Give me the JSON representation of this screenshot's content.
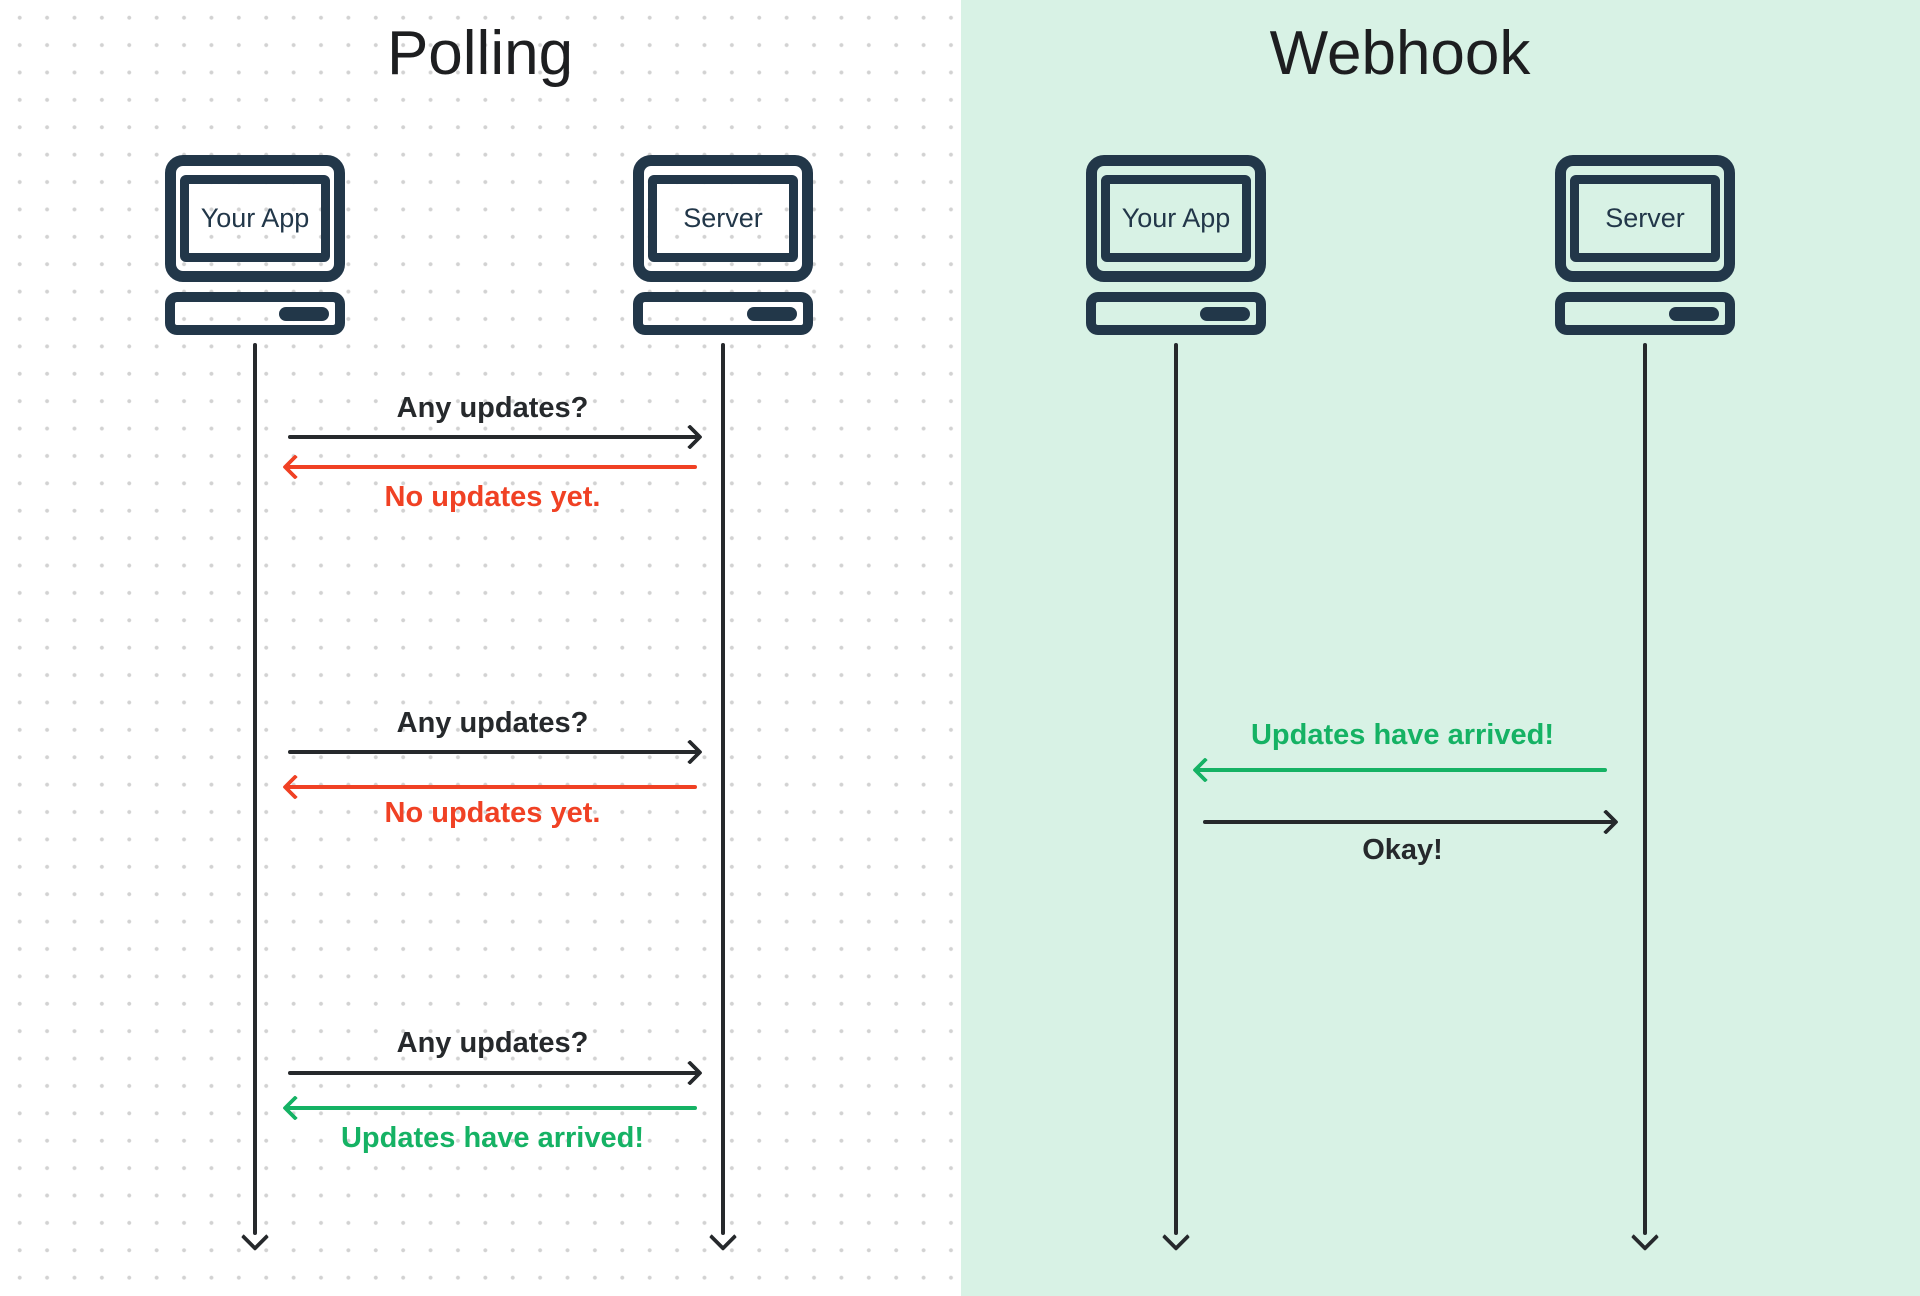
{
  "diagram": {
    "polling": {
      "title": "Polling",
      "actors": {
        "app": {
          "label": "Your App"
        },
        "server": {
          "label": "Server"
        }
      },
      "exchanges": [
        {
          "request": "Any updates?",
          "response": "No updates yet.",
          "response_color": "#f04124"
        },
        {
          "request": "Any updates?",
          "response": "No updates yet.",
          "response_color": "#f04124"
        },
        {
          "request": "Any updates?",
          "response": "Updates have arrived!",
          "response_color": "#15b264"
        }
      ]
    },
    "webhook": {
      "title": "Webhook",
      "actors": {
        "app": {
          "label": "Your App"
        },
        "server": {
          "label": "Server"
        }
      },
      "notification": "Updates have arrived!",
      "ack": "Okay!"
    },
    "colors": {
      "panel_green_bg": "#d8f2e5",
      "icon_navy": "#223749",
      "line_dark": "#26292c",
      "success_green": "#15b264",
      "alert_red": "#f04124",
      "dot_grid": "#d2d2d2"
    }
  }
}
